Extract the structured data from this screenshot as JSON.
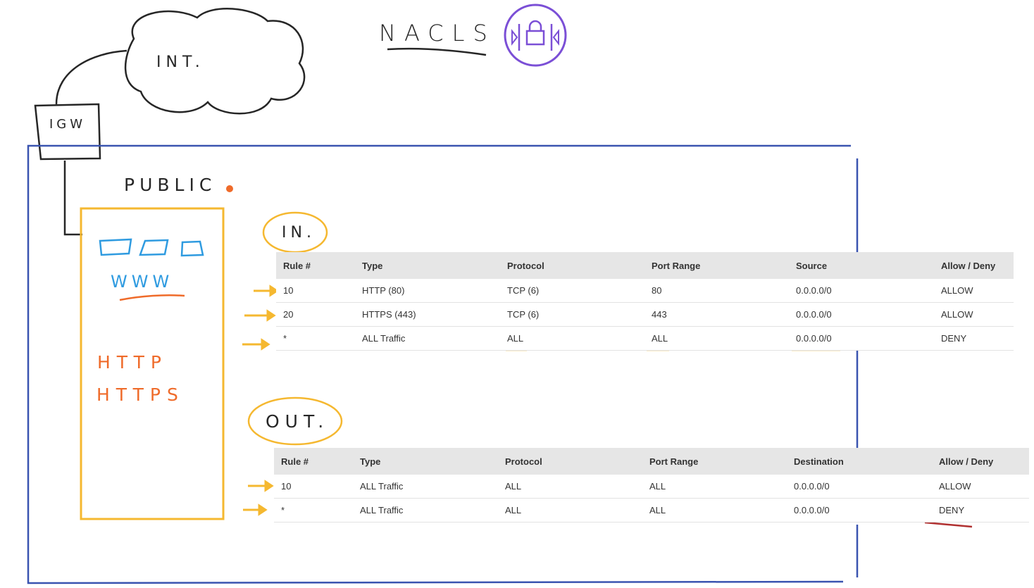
{
  "title": "NACLS",
  "labels": {
    "internet": "INT.",
    "igw": "IGW",
    "public": "PUBLIC",
    "www": "WWW",
    "http": "HTTP",
    "https": "HTTPS",
    "inbound": "IN.",
    "outbound": "OUT."
  },
  "inbound": {
    "headers": [
      "Rule #",
      "Type",
      "Protocol",
      "Port Range",
      "Source",
      "Allow / Deny"
    ],
    "rows": [
      {
        "rule": "10",
        "type": "HTTP (80)",
        "protocol": "TCP (6)",
        "port": "80",
        "source": "0.0.0.0/0",
        "action": "ALLOW"
      },
      {
        "rule": "20",
        "type": "HTTPS (443)",
        "protocol": "TCP (6)",
        "port": "443",
        "source": "0.0.0.0/0",
        "action": "ALLOW"
      },
      {
        "rule": "*",
        "type": "ALL Traffic",
        "protocol": "ALL",
        "port": "ALL",
        "source": "0.0.0.0/0",
        "action": "DENY"
      }
    ]
  },
  "outbound": {
    "headers": [
      "Rule #",
      "Type",
      "Protocol",
      "Port Range",
      "Destination",
      "Allow / Deny"
    ],
    "rows": [
      {
        "rule": "10",
        "type": "ALL Traffic",
        "protocol": "ALL",
        "port": "ALL",
        "source": "0.0.0.0/0",
        "action": "ALLOW"
      },
      {
        "rule": "*",
        "type": "ALL Traffic",
        "protocol": "ALL",
        "port": "ALL",
        "source": "0.0.0.0/0",
        "action": "DENY"
      }
    ]
  },
  "colors": {
    "vpc": "#3a54b0",
    "subnet": "#f5b830",
    "highlight": "#f5b830",
    "handOrange": "#ef6b2a",
    "handBlue": "#2f9be0",
    "allow": "#2e8b2e",
    "deny": "#c0392b",
    "naclIcon": "#7b4fd6"
  }
}
